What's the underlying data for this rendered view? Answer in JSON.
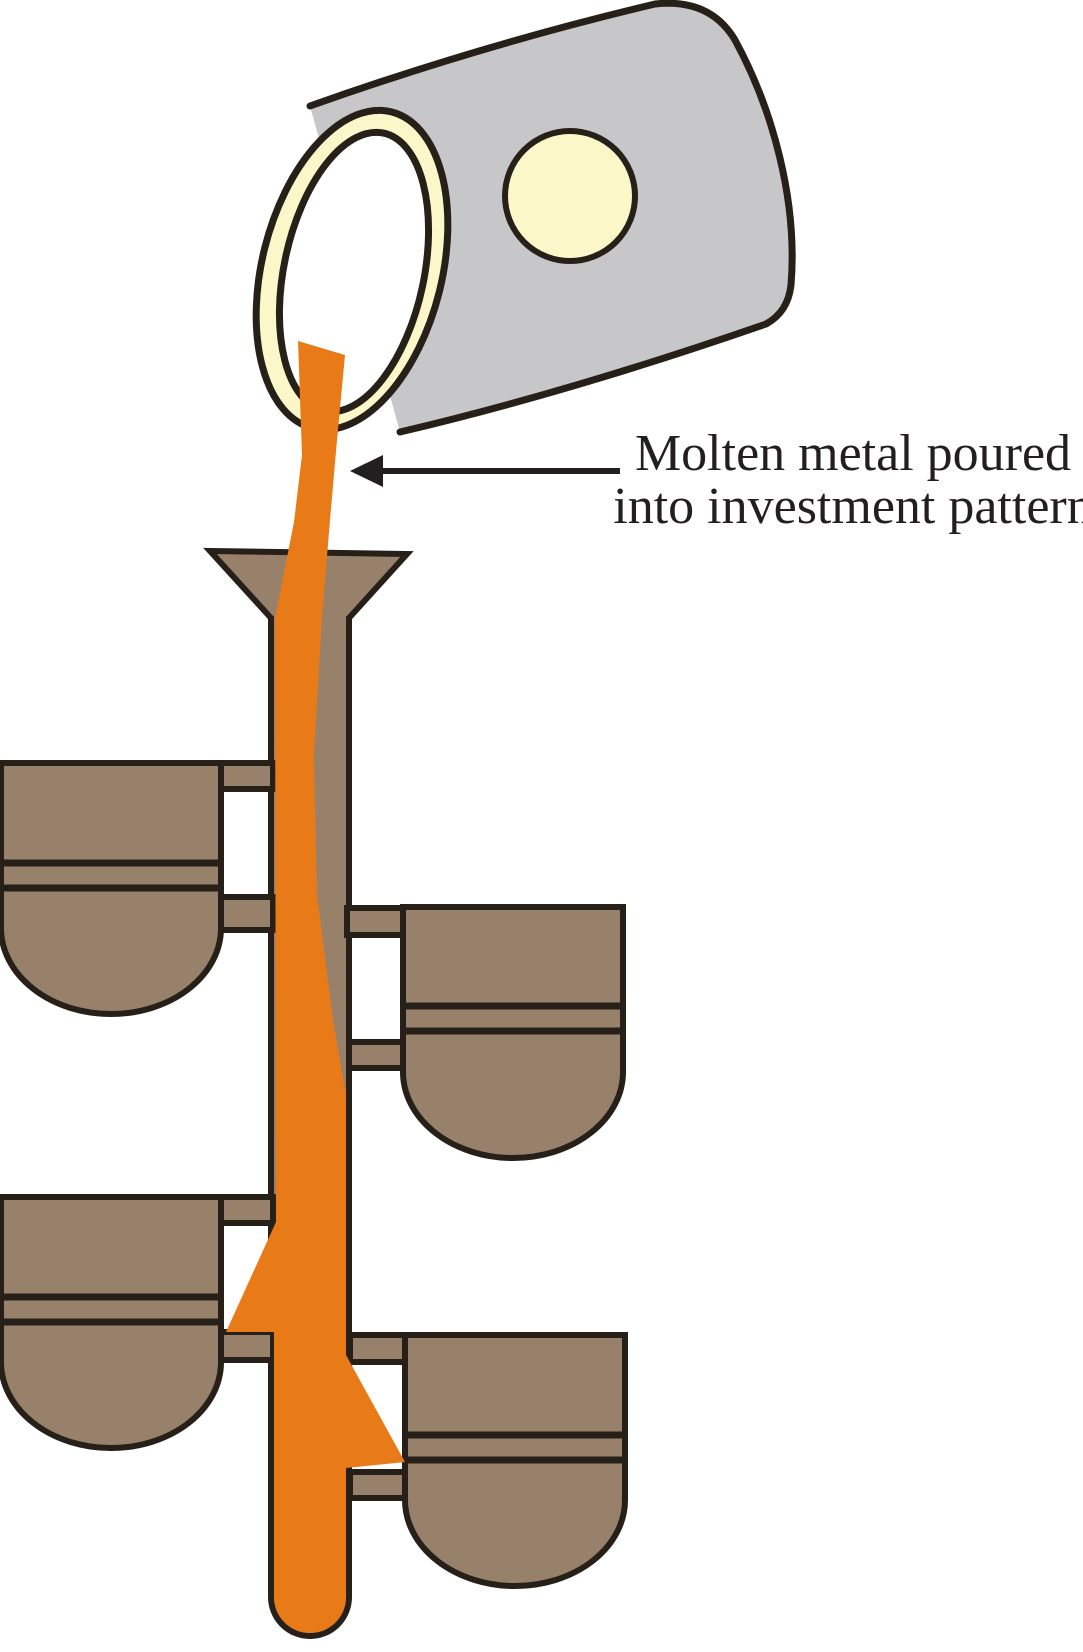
{
  "figure": {
    "caption": {
      "line1": "Molten metal poured",
      "line2": "into investment pattern"
    },
    "colors": {
      "molten_metal": "#E87A18",
      "pattern_brown": "#97816A",
      "crucible_gray": "#C7C7C9",
      "ceramic_cream": "#FBF7C8",
      "opening_white": "#FFFFFF",
      "outline_dark": "#262019",
      "text_ink": "#231F20",
      "background": "#FFFFFF"
    },
    "components": {
      "mold_cavity_count": 4,
      "gate_runner_count": 8
    }
  }
}
